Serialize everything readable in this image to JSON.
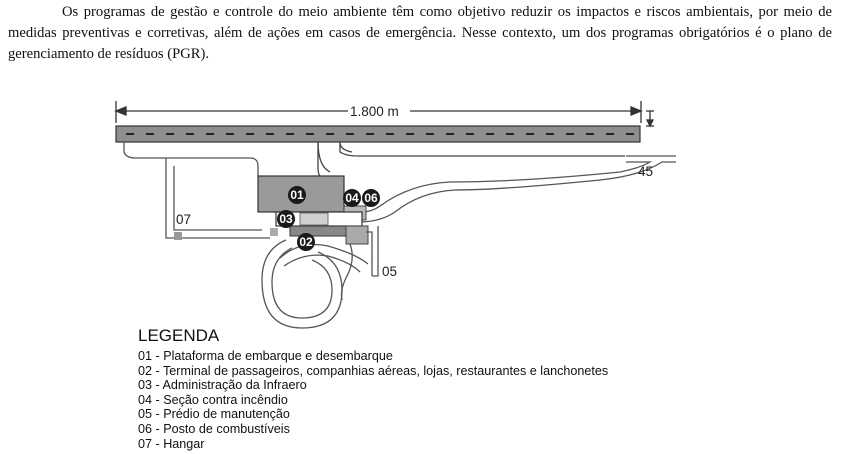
{
  "paragraph": "Os programas de gestão e controle do meio ambiente têm como objetivo reduzir os impactos e riscos ambientais, por meio de medidas preventivas e corretivas, além de ações em casos de emergência. Nesse contexto, um dos programas obrigatórios é o plano de gerenciamento de resíduos (PGR).",
  "diagram": {
    "runway_length_label": "1.800 m",
    "labels": {
      "m45": "45",
      "m05": "05",
      "m07": "07"
    },
    "markers": {
      "m01": "01",
      "m02": "02",
      "m03": "03",
      "m04": "04",
      "m06": "06"
    }
  },
  "legend": {
    "title": "LEGENDA",
    "items": [
      "01 - Plataforma de embarque e desembarque",
      "02 - Terminal de passageiros, companhias aéreas, lojas, restaurantes e lanchonetes",
      "03 - Administração da Infraero",
      "04 - Seção contra incêndio",
      "05 - Prédio de manutenção",
      "06 - Posto de combustíveis",
      "07 - Hangar"
    ]
  }
}
